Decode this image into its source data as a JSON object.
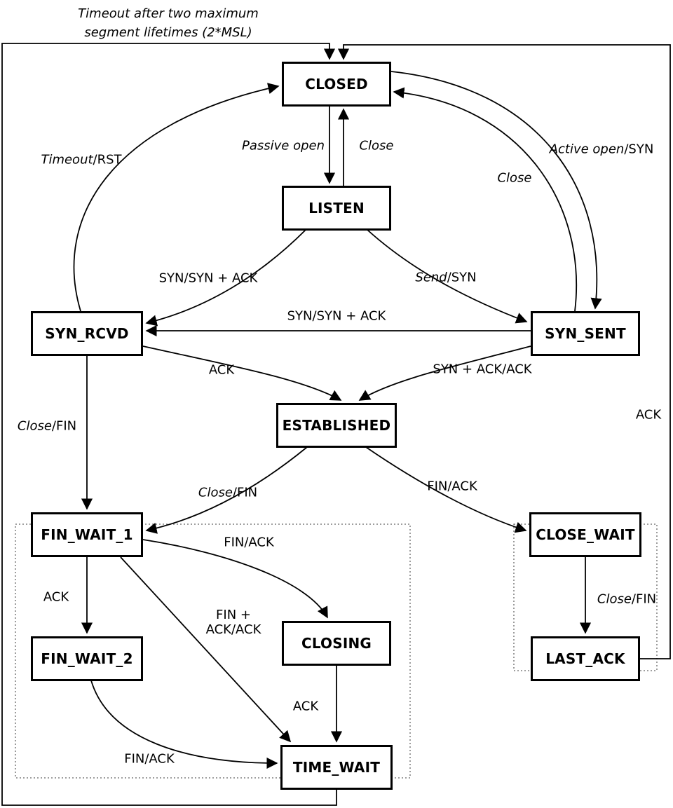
{
  "diagram": {
    "kind": "TCP connection state machine",
    "colors": {
      "ink": "#000000",
      "background": "#ffffff",
      "dotted_box": "#666666"
    },
    "note": {
      "line1": "Timeout after two maximum",
      "line2": "segment lifetimes (2*MSL)"
    },
    "states": {
      "closed": "CLOSED",
      "listen": "LISTEN",
      "syn_rcvd": "SYN_RCVD",
      "syn_sent": "SYN_SENT",
      "established": "ESTABLISHED",
      "fin_wait_1": "FIN_WAIT_1",
      "fin_wait_2": "FIN_WAIT_2",
      "closing": "CLOSING",
      "time_wait": "TIME_WAIT",
      "close_wait": "CLOSE_WAIT",
      "last_ack": "LAST_ACK"
    },
    "edges": {
      "passive_open": {
        "it": "Passive open",
        "ro": ""
      },
      "close_listen": {
        "it": "Close",
        "ro": ""
      },
      "syn_synack_listen": {
        "it": "",
        "ro": "SYN/SYN + ACK"
      },
      "send_syn": {
        "it": "Send",
        "ro": "/SYN"
      },
      "syn_synack_mid": {
        "it": "",
        "ro": "SYN/SYN + ACK"
      },
      "timeout_rst": {
        "it": "Timeout",
        "ro": "/RST"
      },
      "active_open": {
        "it": "Active open",
        "ro": "/SYN"
      },
      "close_synsent": {
        "it": "Close",
        "ro": ""
      },
      "ack_synrcvd": {
        "it": "",
        "ro": "ACK"
      },
      "synack_ack": {
        "it": "",
        "ro": "SYN + ACK/ACK"
      },
      "close_fin_synrcvd": {
        "it": "Close",
        "ro": "/FIN"
      },
      "close_fin_est": {
        "it": "Close",
        "ro": "/FIN"
      },
      "fin_ack_est": {
        "it": "",
        "ro": "FIN/ACK"
      },
      "ack_finwait": {
        "it": "",
        "ro": "ACK"
      },
      "fin_ack_closing": {
        "it": "",
        "ro": "FIN/ACK"
      },
      "fin_ack_ack": {
        "line1": "FIN +",
        "line2": "ACK/ACK"
      },
      "ack_closing": {
        "it": "",
        "ro": "ACK"
      },
      "fin_ack_timewait": {
        "it": "",
        "ro": "FIN/ACK"
      },
      "close_fin_cw": {
        "it": "Close",
        "ro": "/FIN"
      },
      "ack_lastack": {
        "it": "",
        "ro": "ACK"
      }
    }
  }
}
